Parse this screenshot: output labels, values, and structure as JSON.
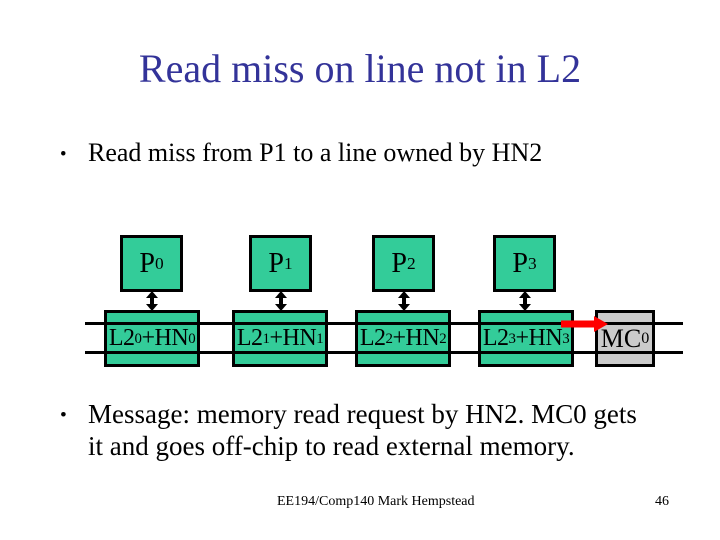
{
  "slide": {
    "title": "Read miss on line not in L2",
    "bullet_glyph": "•",
    "bullet1": "Read miss from P1 to a line owned by HN2",
    "bullet2": {
      "line1": "Message: memory read request by HN2. MC0 gets",
      "line2": "it and goes off-chip to read external memory."
    },
    "footer": "EE194/Comp140 Mark Hempstead",
    "page_number": "46"
  },
  "diagram": {
    "processors": [
      {
        "label": "P",
        "sub": "0"
      },
      {
        "label": "P",
        "sub": "1"
      },
      {
        "label": "P",
        "sub": "2"
      },
      {
        "label": "P",
        "sub": "3"
      }
    ],
    "l2_nodes": [
      {
        "pre": "L2",
        "pre_sub": "0",
        "mid": "+HN",
        "mid_sub": "0"
      },
      {
        "pre": "L2",
        "pre_sub": "1",
        "mid": "+HN",
        "mid_sub": "1"
      },
      {
        "pre": "L2",
        "pre_sub": "2",
        "mid": "+HN",
        "mid_sub": "2"
      },
      {
        "pre": "L2",
        "pre_sub": "3",
        "mid": "+HN",
        "mid_sub": "3"
      }
    ],
    "memory_controller": {
      "label": "MC",
      "sub": "0"
    },
    "colors": {
      "node_green": "#33CC99",
      "mc_gray": "#CBCBCB",
      "arrow_red": "#FF0000",
      "title_blue": "#333399"
    }
  }
}
